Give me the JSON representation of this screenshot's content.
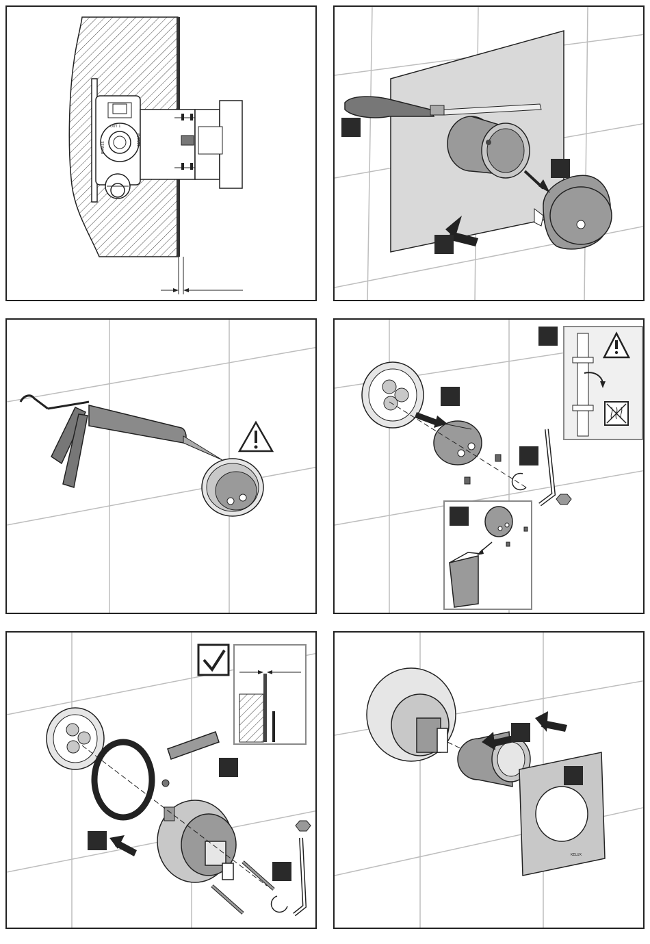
{
  "panels": [
    {
      "id": "rough-in",
      "labels": {
        "out_port": "OUT 1",
        "bypass_left": "BYPASS",
        "bypass_right": "BYPASS"
      }
    },
    {
      "id": "remove-cover"
    },
    {
      "id": "apply-sealant"
    },
    {
      "id": "remove-plaster-guard"
    },
    {
      "id": "fit-escutcheon"
    },
    {
      "id": "fit-trim",
      "labels": {
        "trim_brand": "KELUX"
      }
    }
  ],
  "colors": {
    "outline": "#222222",
    "step_badge": "#2a2a2a",
    "part_fill": "#9a9a9a",
    "plate_fill": "#c8c8c8",
    "light_fill": "#e6e6e6"
  },
  "icons": {
    "warning": "warning-triangle-icon",
    "check": "checkmark-icon",
    "hex_key": "hex-key-icon",
    "no_heat": "no-hot-water-icon"
  }
}
